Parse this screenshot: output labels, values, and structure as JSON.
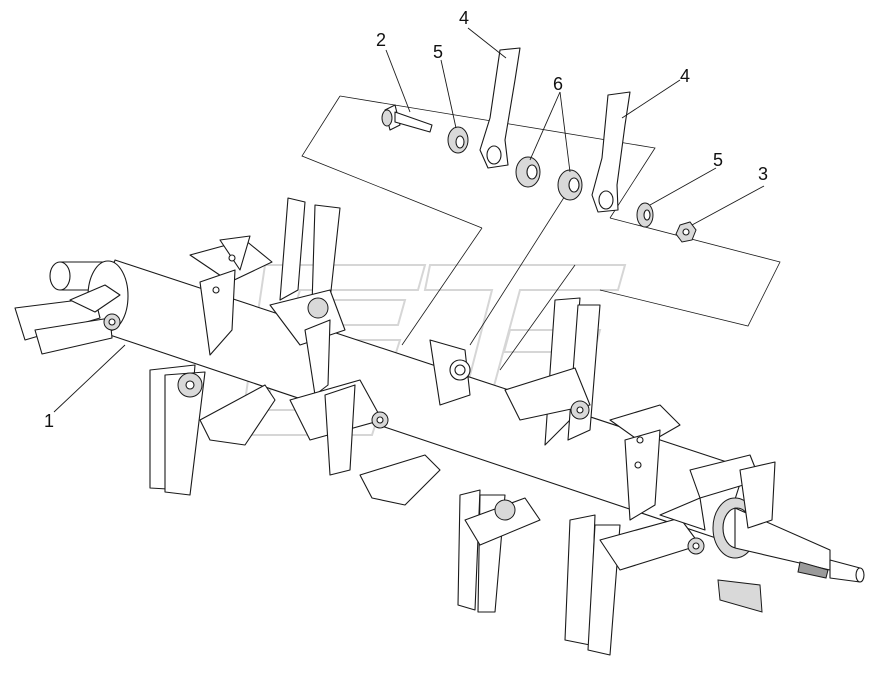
{
  "callouts": {
    "c1": "1",
    "c2": "2",
    "c3": "3",
    "c4a": "4",
    "c4b": "4",
    "c5a": "5",
    "c5b": "5",
    "c6": "6"
  },
  "colors": {
    "line": "#1a1a1a",
    "fill": "#ffffff",
    "shade": "#d9d9d9",
    "watermark": "#d6d6d6"
  }
}
